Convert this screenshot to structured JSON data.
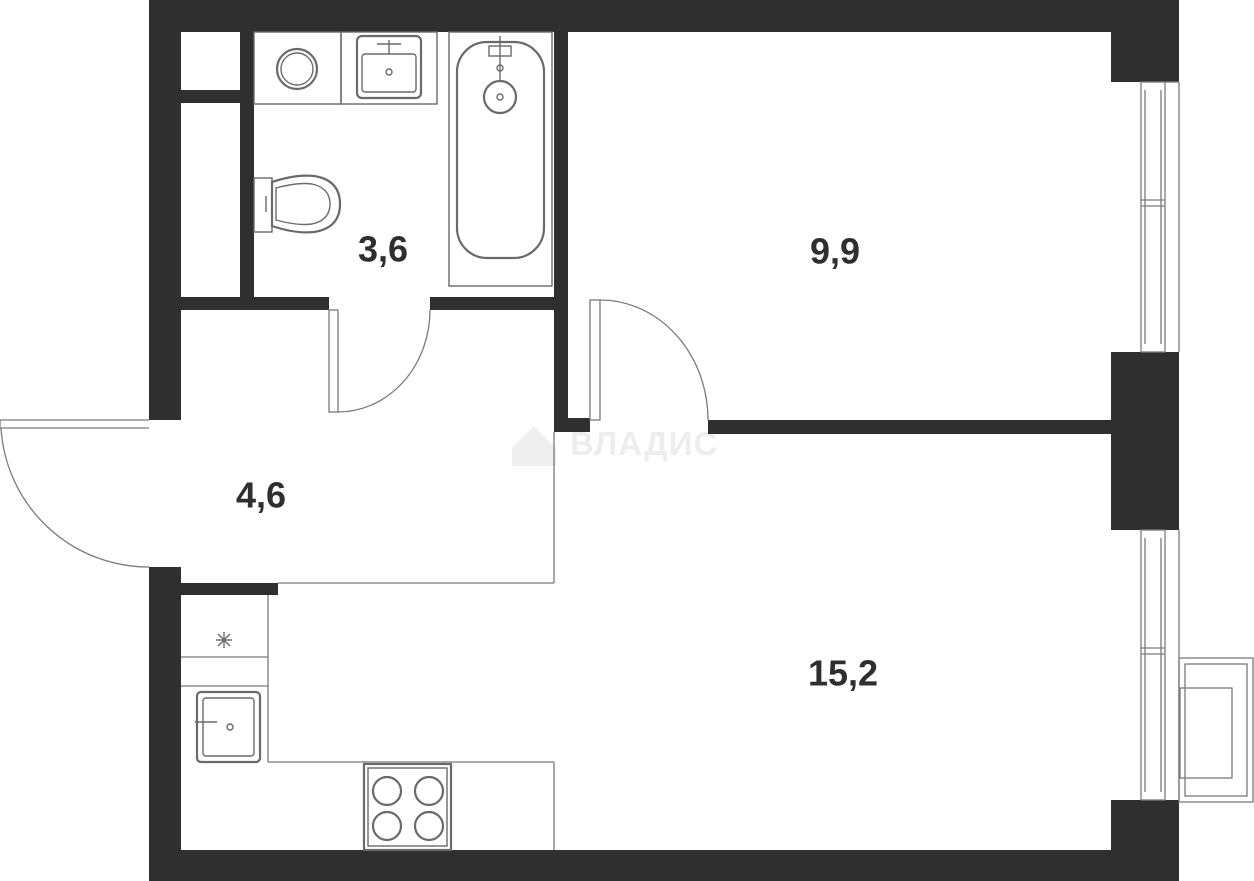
{
  "rooms": {
    "bathroom_area": "3,6",
    "bedroom_area": "9,9",
    "hallway_area": "4,6",
    "living_kitchen_area": "15,2"
  },
  "watermark": {
    "text": "ВЛАДИС"
  },
  "colors": {
    "wall": "#2f2f2f",
    "fixture_line": "#6a6a6a",
    "background": "#ffffff"
  },
  "icons": {
    "washing_machine": "washing-machine-icon",
    "sink": "sink-icon",
    "bathtub": "bathtub-icon",
    "toilet": "toilet-icon",
    "kitchen_sink": "kitchen-sink-icon",
    "stove": "stove-icon",
    "ventilation": "ventilation-icon",
    "radiator": "radiator-icon"
  }
}
